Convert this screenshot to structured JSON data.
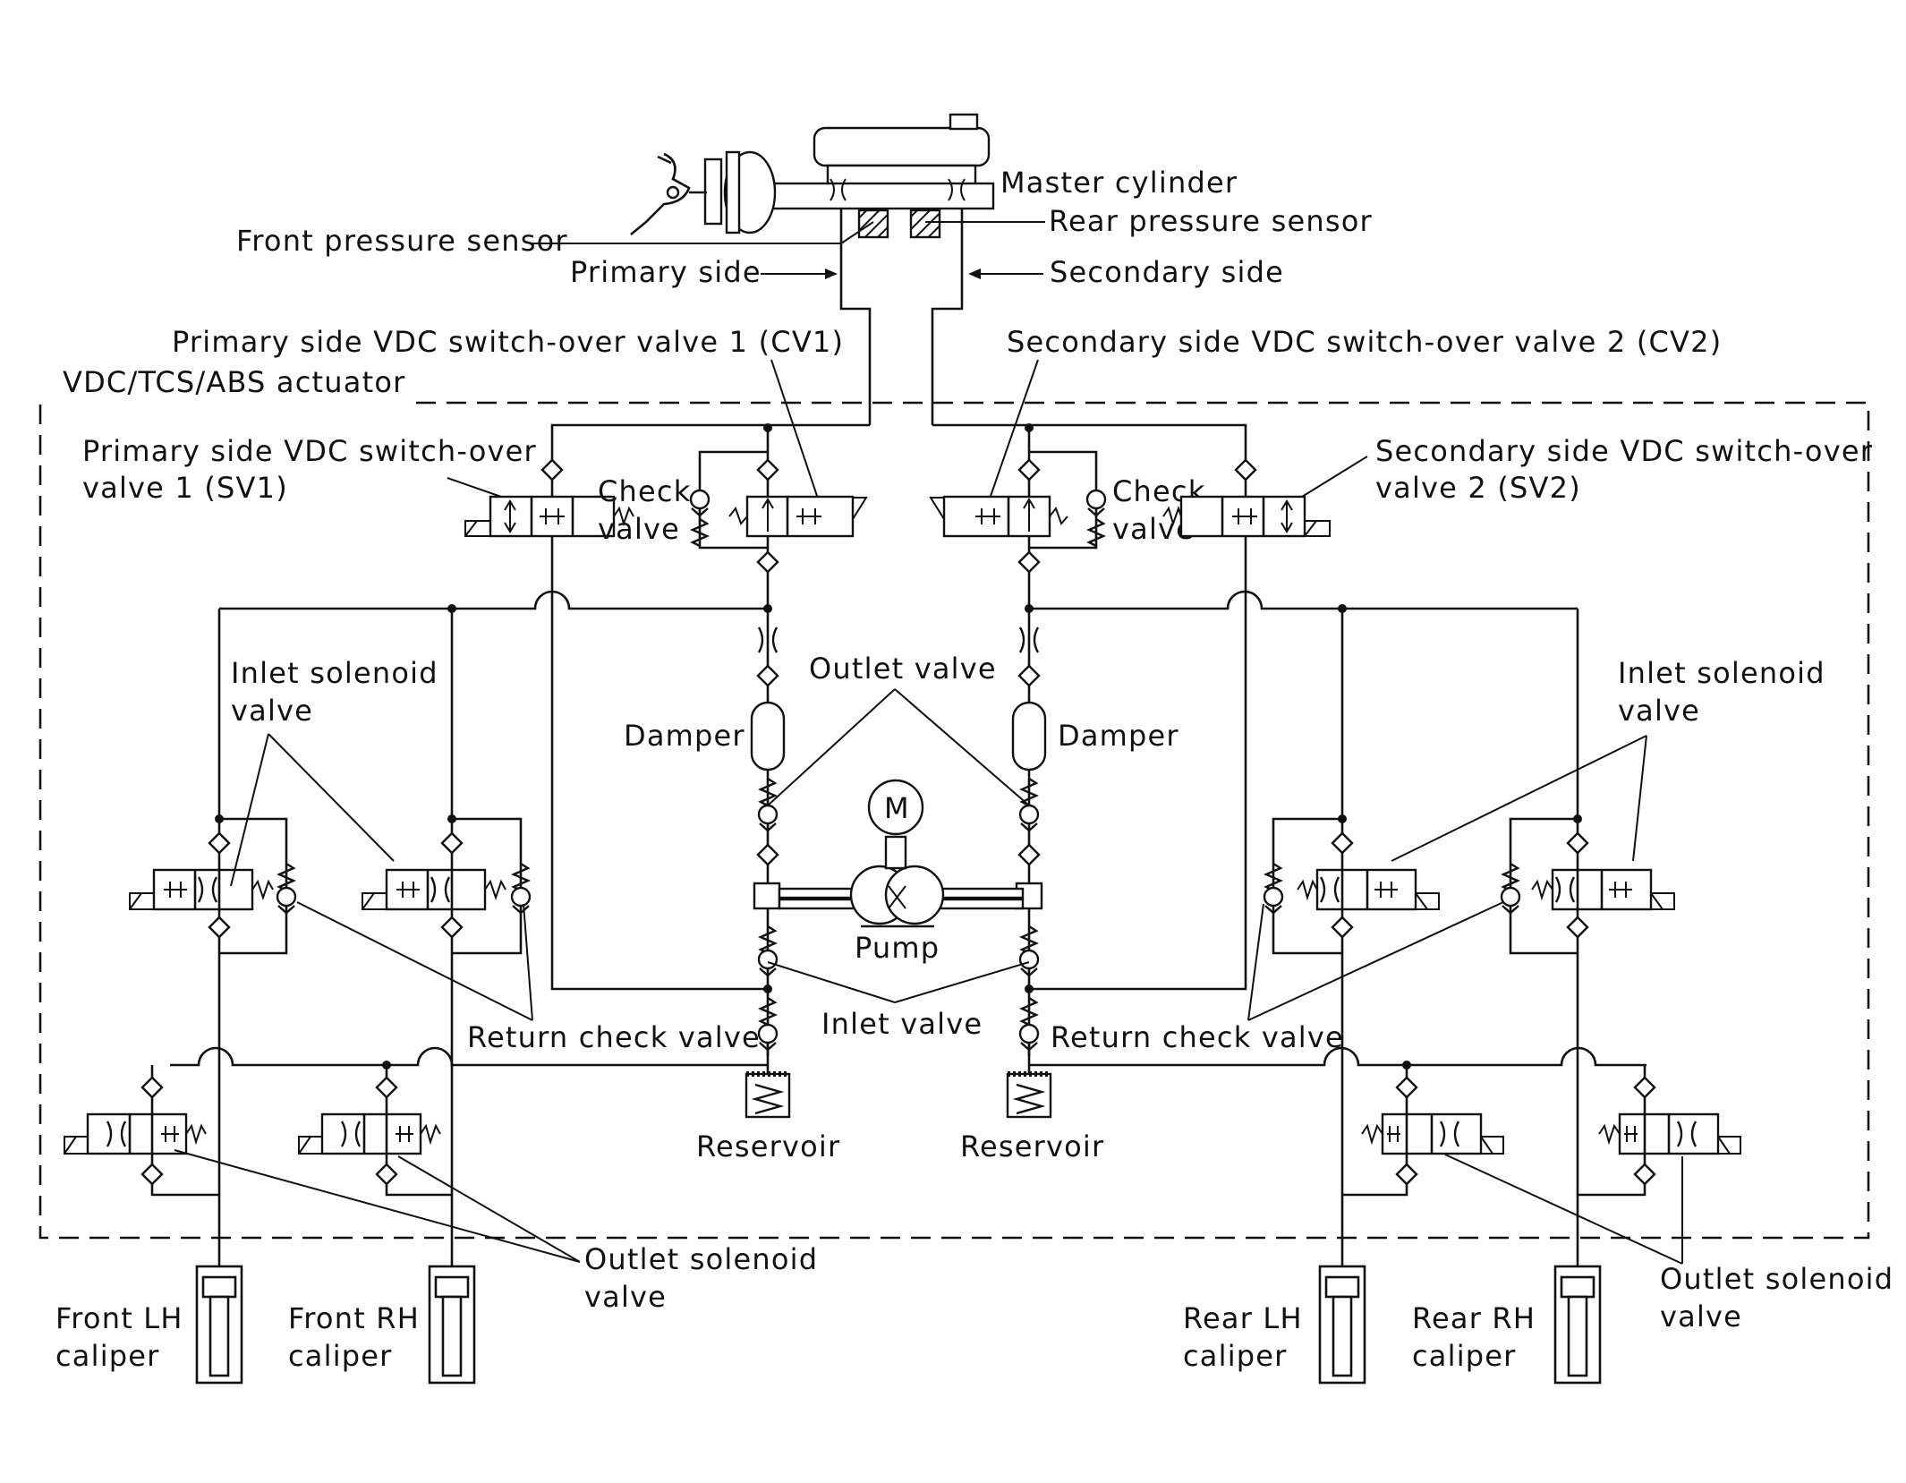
{
  "labels": {
    "master_cylinder": "Master cylinder",
    "front_pressure_sensor": "Front pressure sensor",
    "rear_pressure_sensor": "Rear pressure sensor",
    "primary_side": "Primary side",
    "secondary_side": "Secondary side",
    "cv1": "Primary side VDC switch-over valve 1 (CV1)",
    "cv2": "Secondary side VDC switch-over valve 2 (CV2)",
    "actuator": "VDC/TCS/ABS actuator",
    "sv1_line1": "Primary side VDC switch-over",
    "sv1_line2": "valve 1 (SV1)",
    "sv2_line1": "Secondary side VDC switch-over",
    "sv2_line2": "valve 2 (SV2)",
    "check_valve_line1": "Check",
    "check_valve_line2": "valve",
    "inlet_solenoid_line1": "Inlet solenoid",
    "inlet_solenoid_line2": "valve",
    "outlet_valve": "Outlet valve",
    "damper": "Damper",
    "motor": "M",
    "pump": "Pump",
    "return_check_valve": "Return check valve",
    "inlet_valve": "Inlet valve",
    "reservoir": "Reservoir",
    "outlet_solenoid_line1": "Outlet solenoid",
    "outlet_solenoid_line2": "valve",
    "front_lh_line1": "Front LH",
    "front_rh_line1": "Front RH",
    "rear_lh_line1": "Rear  LH",
    "rear_rh_line1": "Rear  RH",
    "caliper": "caliper"
  }
}
